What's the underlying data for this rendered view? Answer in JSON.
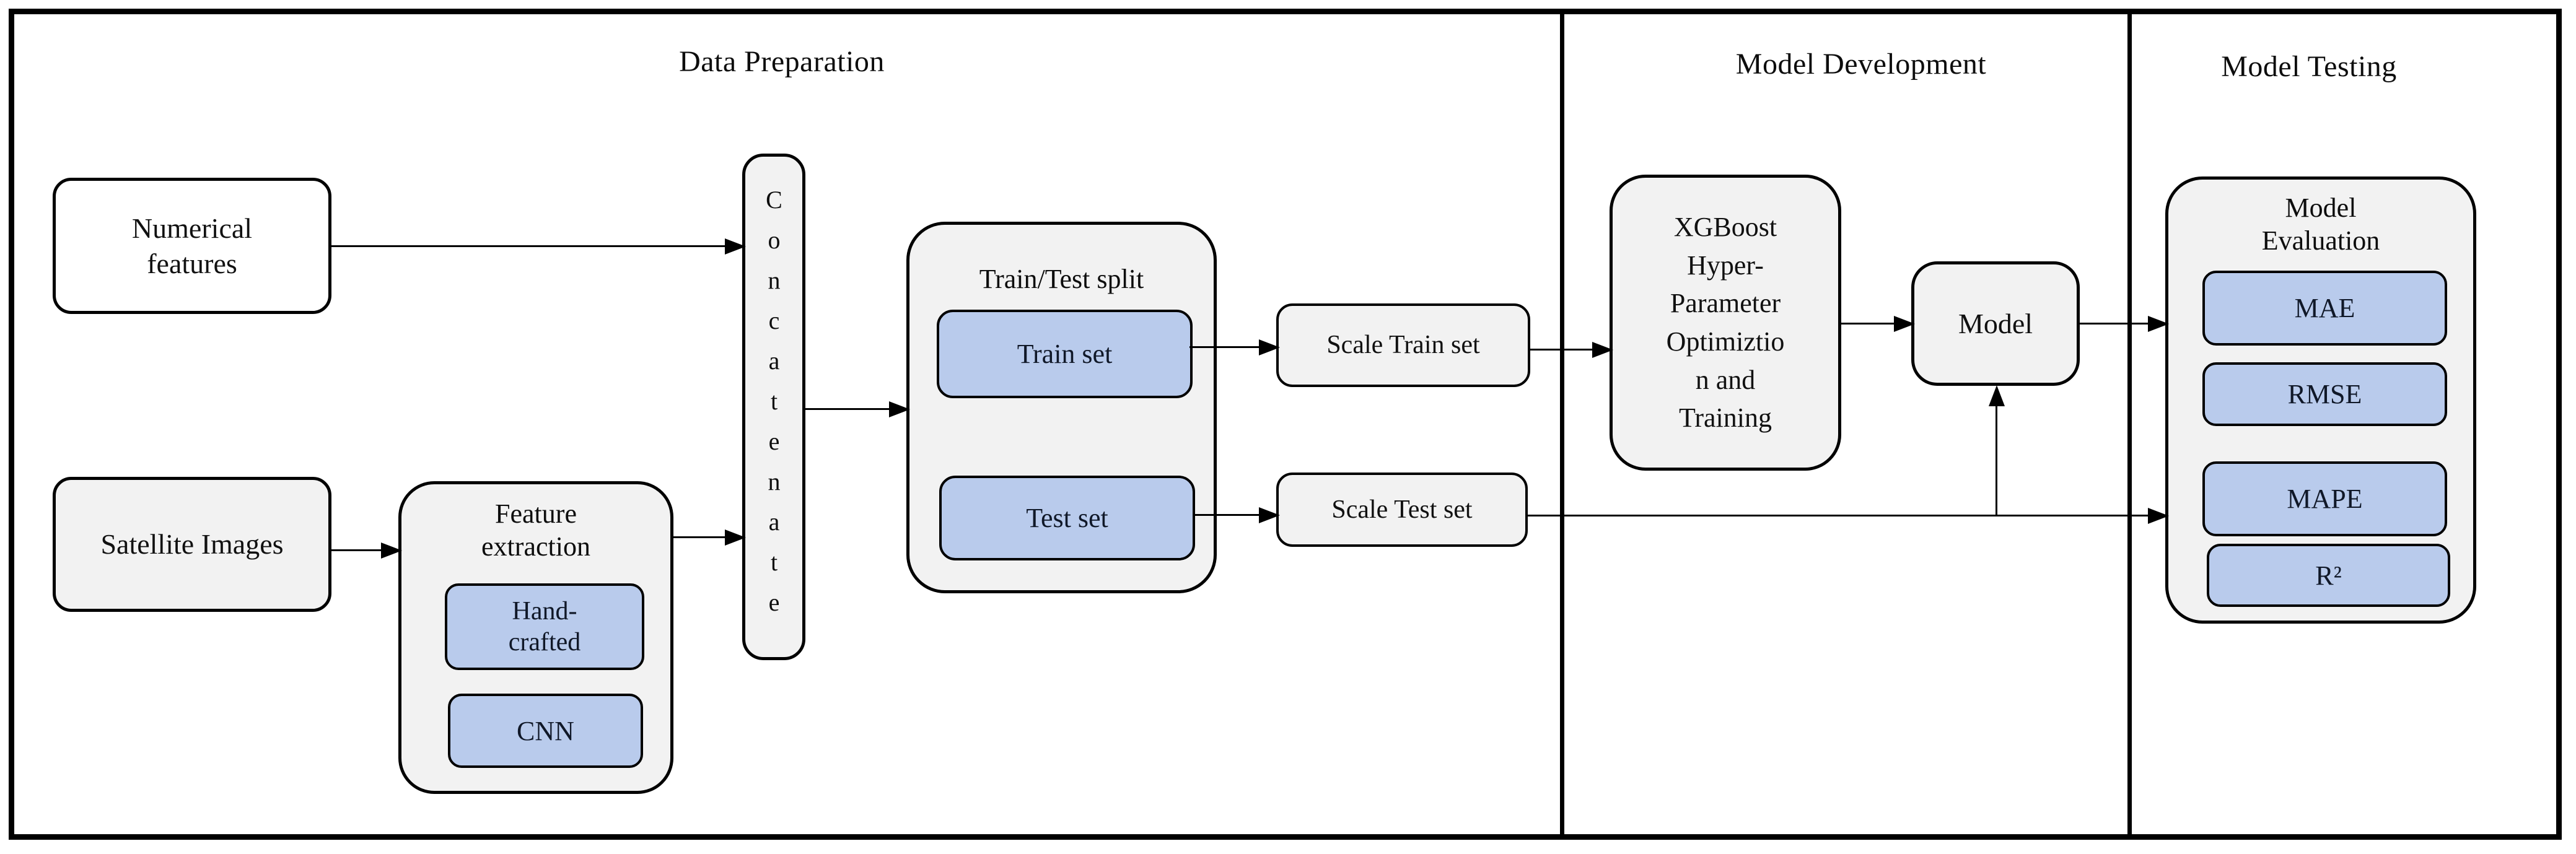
{
  "sections": {
    "data_preparation": {
      "title": "Data Preparation"
    },
    "model_development": {
      "title": "Model Development"
    },
    "model_testing": {
      "title": "Model Testing"
    }
  },
  "nodes": {
    "numerical_features": {
      "label": "Numerical\nfeatures"
    },
    "satellite_images": {
      "label": "Satellite Images"
    },
    "feature_extraction": {
      "title": "Feature\nextraction",
      "hand_crafted": "Hand-\ncrafted",
      "cnn": "CNN"
    },
    "concatenate": {
      "label": "Concatenate"
    },
    "train_test_split": {
      "title": "Train/Test split",
      "train_set": "Train set",
      "test_set": "Test set"
    },
    "scale_train_set": {
      "label": "Scale Train set"
    },
    "scale_test_set": {
      "label": "Scale Test set"
    },
    "xgboost": {
      "label": "XGBoost\nHyper-\nParameter\nOptimiztio\nn and\nTraining"
    },
    "model": {
      "label": "Model"
    },
    "model_evaluation": {
      "title": "Model\nEvaluation",
      "metrics": [
        "MAE",
        "RMSE",
        "MAPE",
        "R²"
      ]
    }
  },
  "colors": {
    "panel_fill": "#f2f2f2",
    "metric_fill": "#b9cbec",
    "border": "#000000",
    "background": "#ffffff"
  }
}
